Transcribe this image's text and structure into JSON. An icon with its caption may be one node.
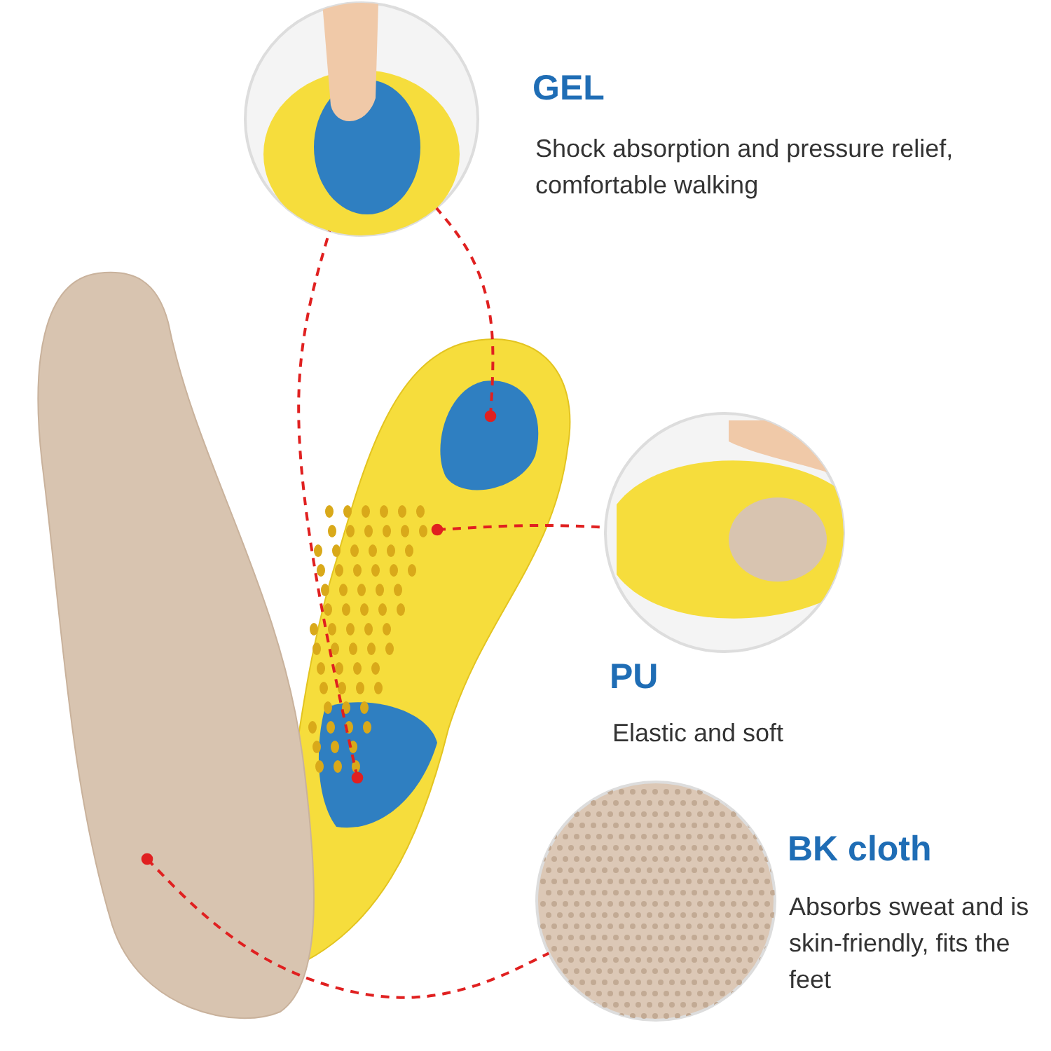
{
  "diagram": {
    "nodes": [
      {
        "text": [],
        "shape": "picture"
      },
      {
        "text": [],
        "shape": "picture"
      },
      {
        "text": [],
        "shape": "picture",
        "beside": [
          "GEL",
          "Shock absorption and pressure relief, comfortable walking"
        ]
      },
      {
        "text": [],
        "shape": "picture",
        "beside": [
          "PU",
          "Elastic and soft"
        ]
      },
      {
        "text": [],
        "shape": "picture",
        "beside": [
          "BK cloth",
          "Absorbs sweat and is skin-friendly, fits the feet"
        ]
      }
    ],
    "edges": [
      {
        "from": 1,
        "to": 2,
        "arrow": "other",
        "style": "dashed"
      },
      {
        "from": 1,
        "to": 2,
        "arrow": "other",
        "style": "dashed"
      },
      {
        "from": 1,
        "to": 3,
        "arrow": "other",
        "style": "dashed"
      },
      {
        "from": 0,
        "to": 4,
        "arrow": "other",
        "style": "dashed"
      }
    ]
  }
}
